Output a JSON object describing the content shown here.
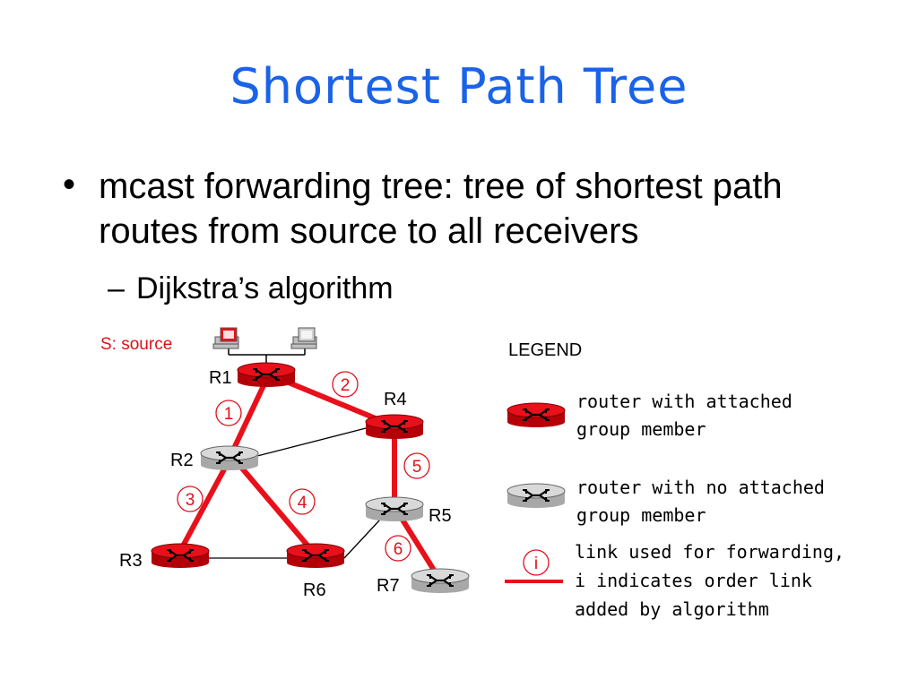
{
  "title": "Shortest Path Tree",
  "bullets": [
    {
      "text": "mcast forwarding tree: tree of shortest path routes from source to all receivers",
      "sub": [
        "Dijkstra’s algorithm"
      ]
    }
  ],
  "diagram": {
    "source_label": "S: source",
    "routers": [
      {
        "id": "R1",
        "group_member": true
      },
      {
        "id": "R2",
        "group_member": false
      },
      {
        "id": "R3",
        "group_member": true
      },
      {
        "id": "R4",
        "group_member": true
      },
      {
        "id": "R5",
        "group_member": false
      },
      {
        "id": "R6",
        "group_member": true
      },
      {
        "id": "R7",
        "group_member": false
      }
    ],
    "links": [
      {
        "from": "R1",
        "to": "R2",
        "forwarding": true,
        "order": "1"
      },
      {
        "from": "R1",
        "to": "R4",
        "forwarding": true,
        "order": "2"
      },
      {
        "from": "R2",
        "to": "R3",
        "forwarding": true,
        "order": "3"
      },
      {
        "from": "R2",
        "to": "R6",
        "forwarding": true,
        "order": "4"
      },
      {
        "from": "R4",
        "to": "R5",
        "forwarding": true,
        "order": "5"
      },
      {
        "from": "R5",
        "to": "R7",
        "forwarding": true,
        "order": "6"
      },
      {
        "from": "R2",
        "to": "R4",
        "forwarding": false
      },
      {
        "from": "R3",
        "to": "R6",
        "forwarding": false
      },
      {
        "from": "R6",
        "to": "R5",
        "forwarding": false
      }
    ],
    "colors": {
      "tree_link": "#e8101a",
      "member_router": "#e8101a",
      "non_member_router": "#d9d9d9",
      "title": "#1a63e8"
    }
  },
  "legend": {
    "title": "LEGEND",
    "member": [
      "router with attached",
      "group member"
    ],
    "nonmember": [
      "router with no attached",
      "group member"
    ],
    "link_symbol": "i",
    "link": [
      "link used for forwarding,",
      "i indicates order link",
      "added by algorithm"
    ]
  }
}
